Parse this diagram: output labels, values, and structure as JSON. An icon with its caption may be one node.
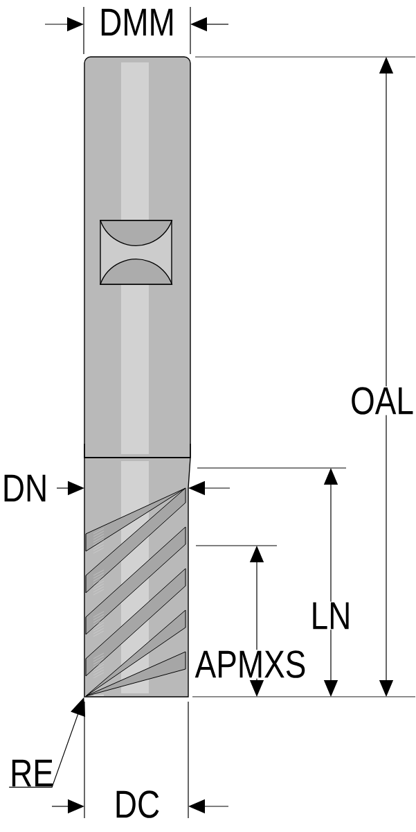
{
  "diagram": {
    "nodes": [
      {
        "text": [
          "RE"
        ]
      },
      {
        "text": [],
        "shape": "picture"
      }
    ],
    "edges": [
      {
        "from": 0,
        "to": 1,
        "arrow": "to"
      }
    ],
    "labels": [
      "DMM",
      "OAL",
      "DN",
      "LN",
      "APMXS",
      "DC"
    ]
  }
}
